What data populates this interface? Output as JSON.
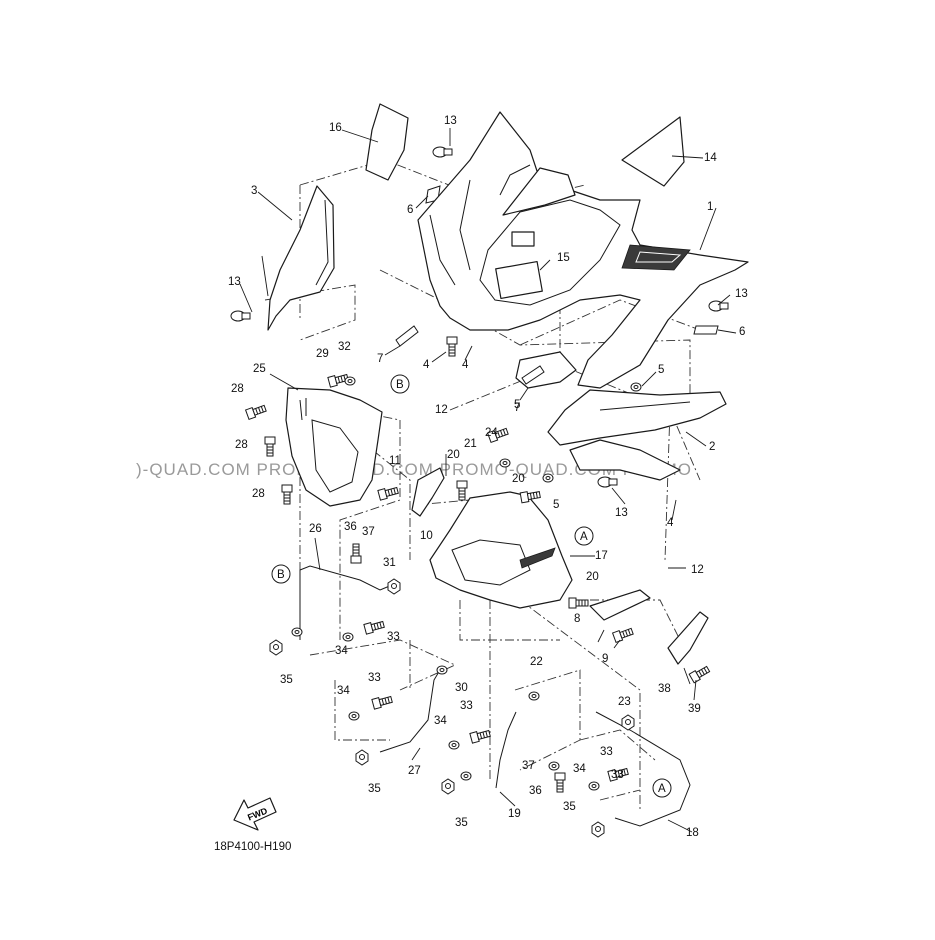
{
  "diagram": {
    "code": "18P4100-H190",
    "fwd_label": "FWD",
    "watermark": ")-QUAD.COM   PROMO-QUAD.COM   PROMO-QUAD.COM   PROMO",
    "callouts": [
      "1",
      "2",
      "3",
      "4",
      "4",
      "4",
      "5",
      "5",
      "5",
      "6",
      "6",
      "7",
      "7",
      "8",
      "9",
      "10",
      "11",
      "12",
      "12",
      "13",
      "13",
      "13",
      "13",
      "14",
      "15",
      "16",
      "17",
      "18",
      "19",
      "20",
      "20",
      "20",
      "21",
      "22",
      "23",
      "24",
      "25",
      "26",
      "27",
      "28",
      "28",
      "28",
      "29",
      "30",
      "31",
      "32",
      "33",
      "33",
      "33",
      "33",
      "33",
      "34",
      "34",
      "34",
      "34",
      "35",
      "35",
      "35",
      "35",
      "36",
      "36",
      "37",
      "37",
      "38",
      "39",
      "A",
      "A",
      "B",
      "B"
    ]
  }
}
